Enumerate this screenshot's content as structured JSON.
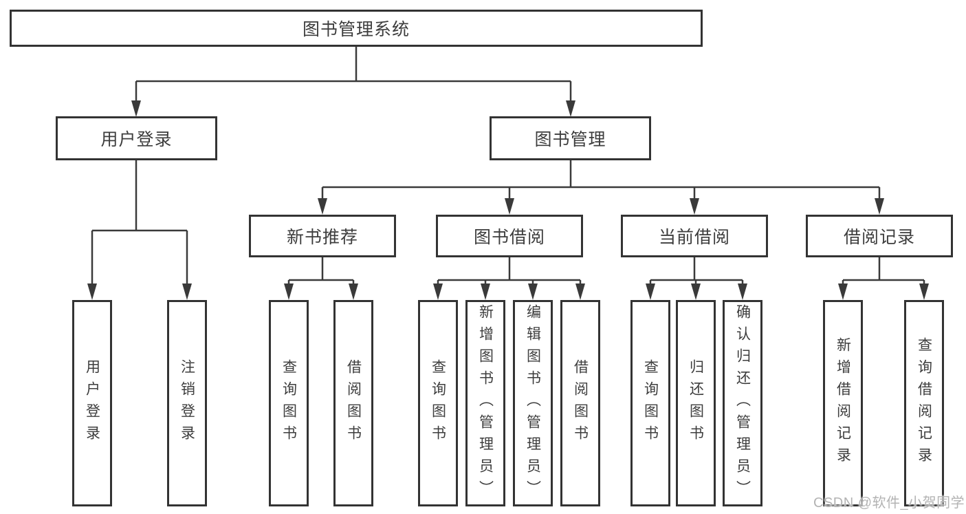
{
  "nodes": {
    "root": {
      "label": "图书管理系统"
    },
    "branches": [
      {
        "label": "用户登录"
      },
      {
        "label": "图书管理"
      }
    ],
    "modules": [
      {
        "label": "新书推荐"
      },
      {
        "label": "图书借阅"
      },
      {
        "label": "当前借阅"
      },
      {
        "label": "借阅记录"
      }
    ],
    "leaves": [
      {
        "label": "用户登录"
      },
      {
        "label": "注销登录"
      },
      {
        "label": "查询图书"
      },
      {
        "label": "借阅图书"
      },
      {
        "label": "查询图书"
      },
      {
        "label": "新增图书（管理员）"
      },
      {
        "label": "编辑图书（管理员）"
      },
      {
        "label": "借阅图书"
      },
      {
        "label": "查询图书"
      },
      {
        "label": "归还图书"
      },
      {
        "label": "确认归还（管理员）"
      },
      {
        "label": "新增借阅记录"
      },
      {
        "label": "查询借阅记录"
      }
    ]
  },
  "watermark": {
    "text": "CSDN @软件_小贺同学"
  },
  "colors": {
    "line": "#3a3a3a",
    "border": "#333333",
    "text": "#3d3d3d",
    "watermark": "#b3b3b3",
    "background": "#ffffff"
  }
}
